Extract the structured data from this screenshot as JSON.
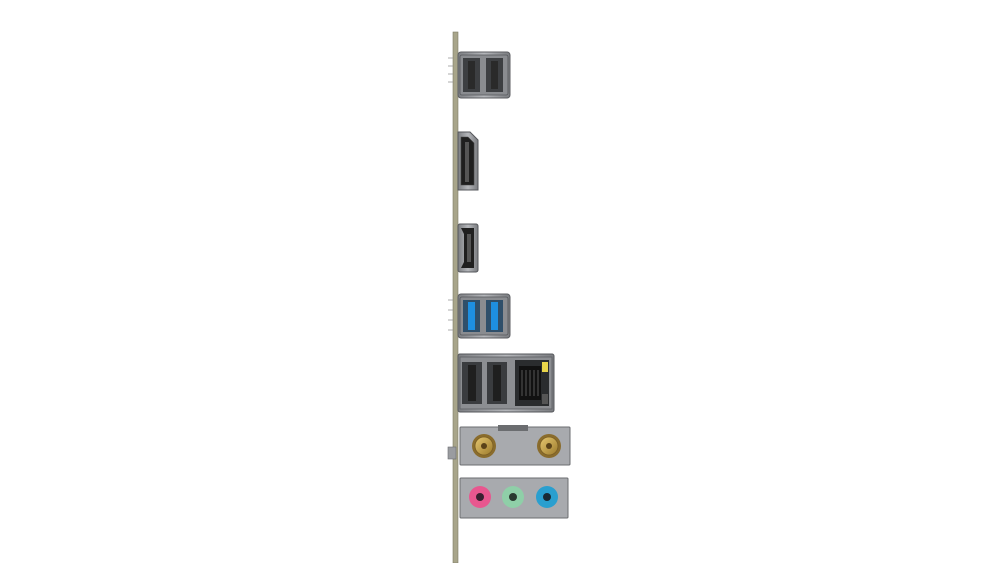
{
  "colors": {
    "background": "#ffffff",
    "board": "#a8a58a",
    "usb2_tongue": "#2e2e2e",
    "usb3_tongue": "#1e8fe0",
    "wifi_connector": "#c9a54a",
    "audio_pink": "#e8578f",
    "audio_green": "#8fcfa8",
    "audio_blue": "#2a9fcf",
    "lan_led": "#e9d54a",
    "metal": "#9a9ca0",
    "shell_dark": "#6b6d70"
  },
  "ports": [
    {
      "name": "usb2-stack-top",
      "icon": "usb-a-icon"
    },
    {
      "name": "displayport",
      "icon": "displayport-icon"
    },
    {
      "name": "hdmi",
      "icon": "hdmi-icon"
    },
    {
      "name": "usb3-stack",
      "icon": "usb-a-icon"
    },
    {
      "name": "usb-lan-combo",
      "icon": "ethernet-icon"
    },
    {
      "name": "wifi-antenna-bracket",
      "icon": "antenna-connector-icon"
    },
    {
      "name": "audio-jacks",
      "icon": "audio-jack-icon"
    }
  ]
}
